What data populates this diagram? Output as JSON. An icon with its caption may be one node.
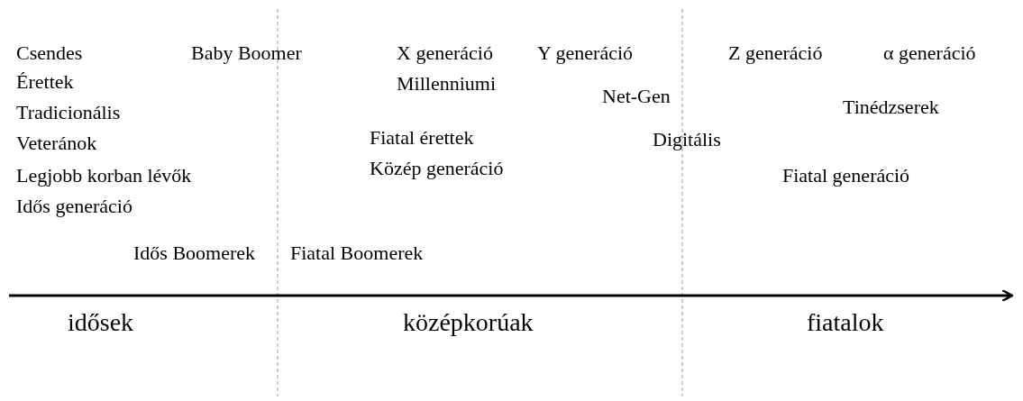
{
  "diagram": {
    "labels": [
      "Csendes",
      "Baby Boomer",
      "X generáció",
      "Y generáció",
      "Z generáció",
      "α generáció",
      "Érettek",
      "Millenniumi",
      "Net-Gen",
      "Tradicionális",
      "Tinédzserek",
      "Veteránok",
      "Fiatal érettek",
      "Digitális",
      "Legjobb korban lévők",
      "Közép generáció",
      "Fiatal generáció",
      "Idős generáció",
      "Idős Boomerek",
      "Fiatal Boomerek",
      "idősek",
      "középkorúak",
      "fiatalok"
    ]
  }
}
